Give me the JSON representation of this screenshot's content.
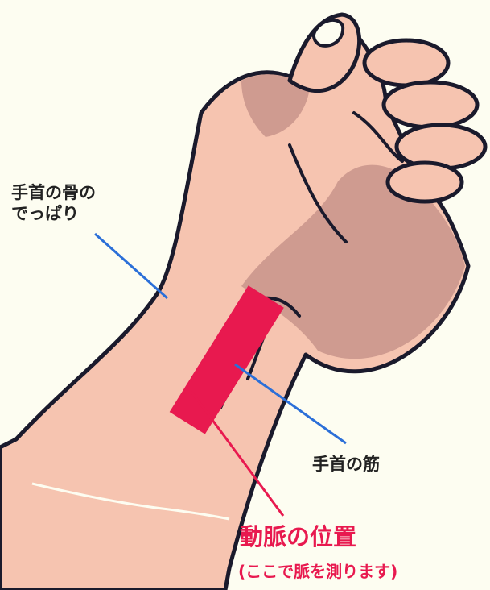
{
  "colors": {
    "background": "#fdfdf1",
    "skin_light": "#f6c4b0",
    "skin_shadow": "#cf9b90",
    "outline": "#1a1a2c",
    "artery_marker": "#e8194f",
    "pointer_blue": "#2b6fd8",
    "label_dark": "#222222",
    "label_accent": "#e8194f"
  },
  "icons": [
    "hand-wrist-illustration",
    "artery-marker-bar"
  ],
  "labels": {
    "wrist_bone_line1": "手首の骨の",
    "wrist_bone_line2": "でっぱり",
    "wrist_tendon": "手首の筋",
    "artery_position": "動脈の位置",
    "artery_note": "(ここで脈を測ります)"
  }
}
